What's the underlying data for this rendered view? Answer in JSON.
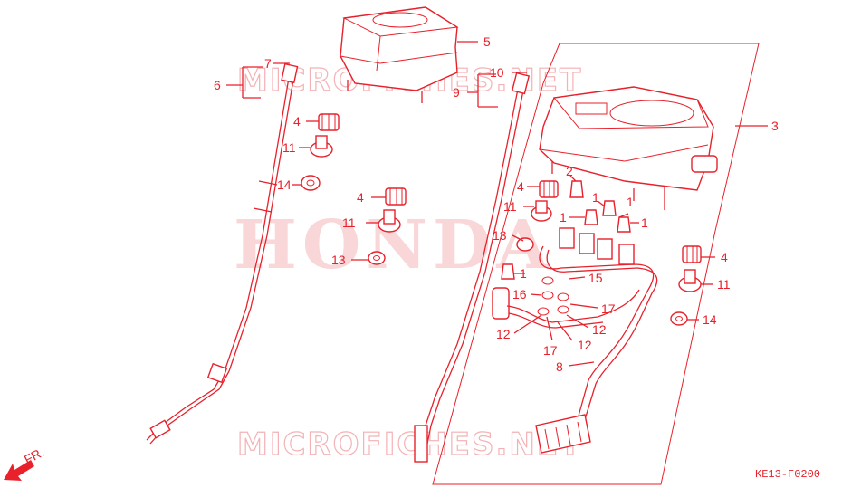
{
  "diagram": {
    "drawing_code": "KE13-F0200",
    "front_marker": "FR.",
    "watermark_top": "MICROFICHES.NET",
    "watermark_center": "HONDA",
    "watermark_bottom": "MICROFICHES.NET",
    "callouts": {
      "c3": "3",
      "c5": "5",
      "c6": "6",
      "c7": "7",
      "c9": "9",
      "c10": "10",
      "c4a": "4",
      "c11a": "11",
      "c14a": "14",
      "c4b": "4",
      "c11b": "11",
      "c13a": "13",
      "c4c": "4",
      "c11c": "11",
      "c13b": "13",
      "c2": "2",
      "c1a": "1",
      "c1b": "1",
      "c1c": "1",
      "c1d": "1",
      "c1e": "1",
      "c15": "15",
      "c16": "16",
      "c17a": "17",
      "c12a": "12",
      "c12b": "12",
      "c12c": "12",
      "c17b": "17",
      "c8": "8",
      "c4d": "4",
      "c11d": "11",
      "c14b": "14"
    },
    "colors": {
      "ink": "#e8212b",
      "watermark": "#f3b3b6",
      "background": "#ffffff"
    }
  }
}
